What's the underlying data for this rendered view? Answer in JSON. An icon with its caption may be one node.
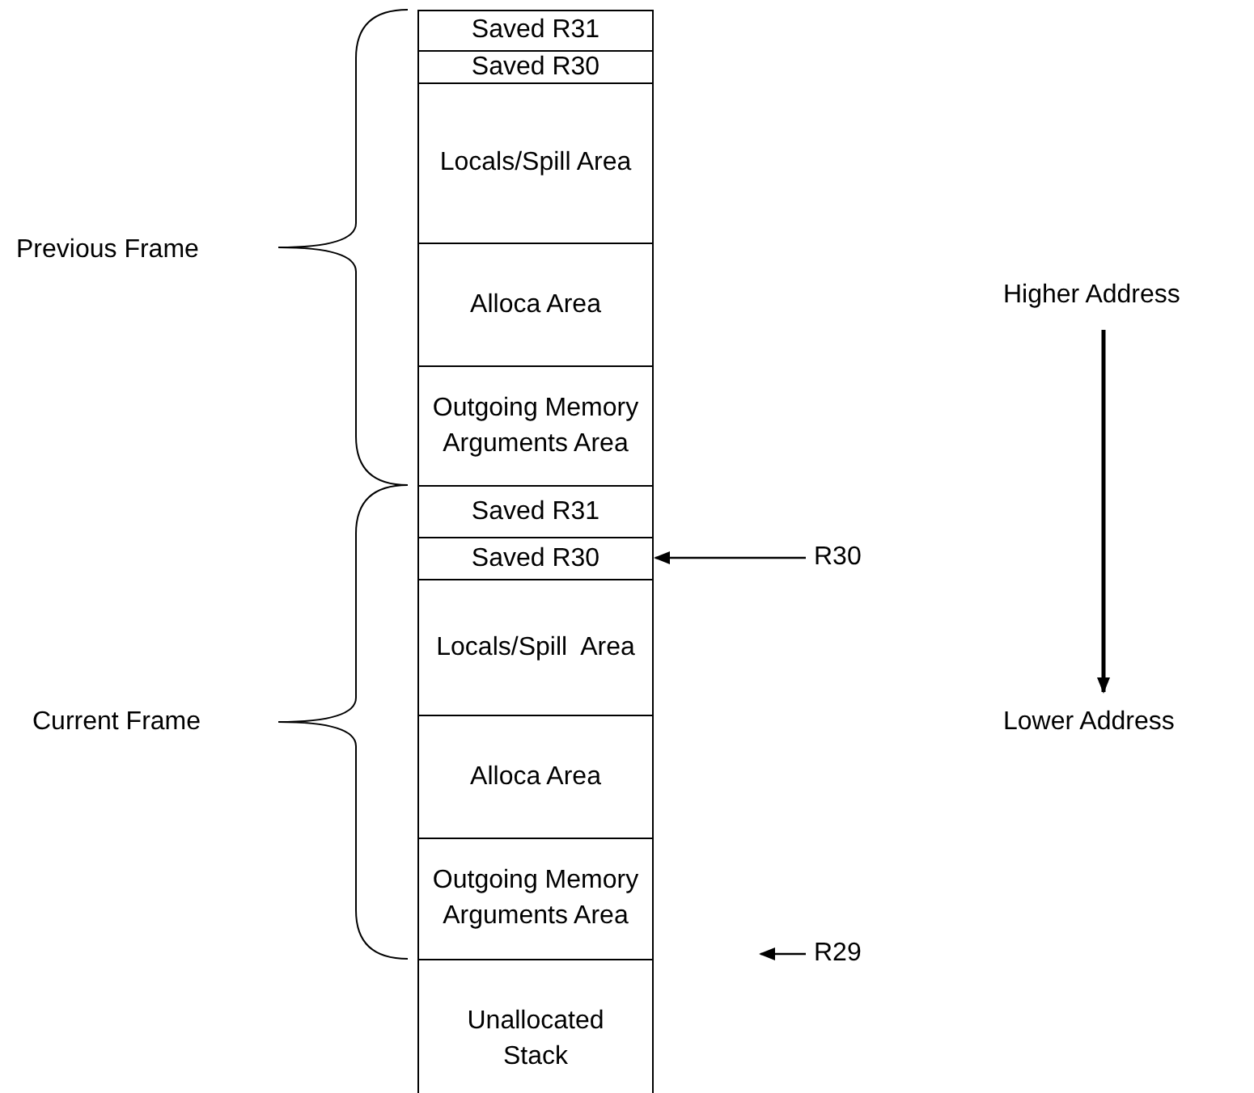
{
  "diagram": {
    "nodes": [
      {
        "text": [
          "Saved R31"
        ]
      },
      {
        "text": [
          "Saved R30"
        ]
      },
      {
        "text": [
          "Locals/Spill Area"
        ]
      },
      {
        "text": [
          "Alloca Area"
        ]
      },
      {
        "text": [
          "Outgoing Memory Arguments Area"
        ]
      },
      {
        "text": [
          "Saved R31"
        ]
      },
      {
        "text": [
          "Saved R30"
        ]
      },
      {
        "text": [
          "Locals/Spill  Area"
        ]
      },
      {
        "text": [
          "Alloca Area"
        ]
      },
      {
        "text": [
          "Outgoing Memory Arguments Area"
        ]
      },
      {
        "text": [
          "Unallocated Stack"
        ]
      },
      {
        "text": [
          "R30"
        ]
      },
      {
        "text": [
          "R29"
        ]
      }
    ],
    "edges": [
      {
        "from": 11,
        "to": 6,
        "arrow": "to"
      },
      {
        "from": 12,
        "to": null,
        "arrow": "to"
      }
    ],
    "labels": [
      "Previous Frame",
      "Higher Address",
      "Current Frame",
      "Lower Address"
    ]
  }
}
